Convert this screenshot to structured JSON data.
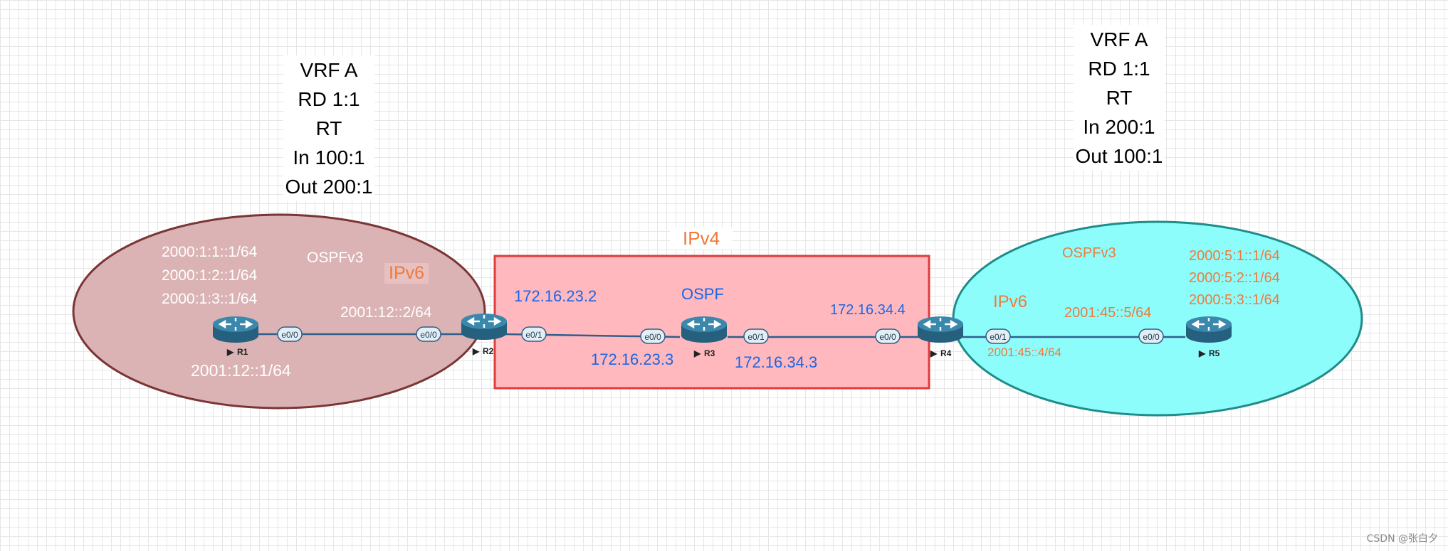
{
  "vrf_left": {
    "lines": [
      "VRF A",
      "RD 1:1",
      "RT",
      "In 100:1",
      "Out 200:1"
    ]
  },
  "vrf_right": {
    "lines": [
      "VRF A",
      "RD 1:1",
      "RT",
      "In 200:1",
      "Out 100:1"
    ]
  },
  "zones": {
    "left": {
      "protocol": "OSPFv3",
      "family": "IPv6",
      "fill": "#dbb3b4",
      "stroke": "#7a3535"
    },
    "middle": {
      "protocol": "OSPF",
      "family": "IPv4",
      "fill": "#ffb8bd",
      "stroke": "#e23b3b"
    },
    "right": {
      "protocol": "OSPFv3",
      "family": "IPv6",
      "fill": "#8dfdfc",
      "stroke": "#1f8c89"
    }
  },
  "routers": [
    "R1",
    "R2",
    "R3",
    "R4",
    "R5"
  ],
  "interfaces": {
    "r1_e00": "e0/0",
    "r2_e00": "e0/0",
    "r2_e01": "e0/1",
    "r3_e00": "e0/0",
    "r3_e01": "e0/1",
    "r4_e00": "e0/0",
    "r4_e01": "e0/1",
    "r5_e00": "e0/0"
  },
  "addresses": {
    "r1_loopbacks": [
      "2000:1:1::1/64",
      "2000:1:2::1/64",
      "2000:1:3::1/64"
    ],
    "r1_link": "2001:12::1/64",
    "r2_link_v6": "2001:12::2/64",
    "r2_link_v4": "172.16.23.2",
    "r3_e00": "172.16.23.3",
    "r3_e01": "172.16.34.3",
    "r4_e00": "172.16.34.4",
    "r4_link_v6": "2001:45::4/64",
    "r5_link_v6": "2001:45::5/64",
    "r5_loopbacks": [
      "2000:5:1::1/64",
      "2000:5:2::1/64",
      "2000:5:3::1/64"
    ]
  },
  "colors": {
    "link": "#2f5f8a",
    "router_body": "#2e6e90",
    "label_blue": "#1a66e6",
    "label_orange": "#ef7a3b"
  },
  "icons": {
    "router": "router-icon"
  },
  "watermark": "CSDN @张白夕"
}
